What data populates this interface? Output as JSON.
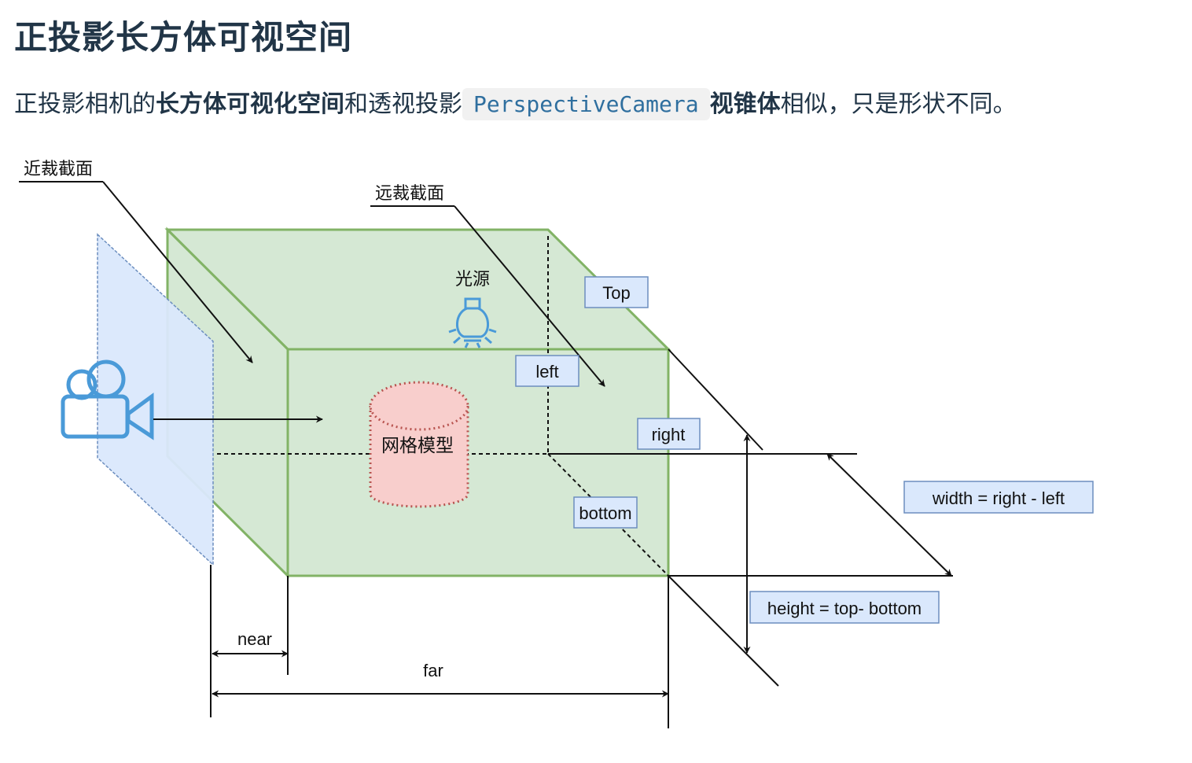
{
  "title": "正投影长方体可视空间",
  "intro": {
    "part1": "正投影相机的",
    "bold1": "长方体可视化空间",
    "part2": "和透视投影",
    "code": "PerspectiveCamera",
    "bold2": "视锥体",
    "part3": "相似，只是形状不同。"
  },
  "diagram": {
    "near_plane_label": "近裁截面",
    "far_plane_label": "远裁截面",
    "light_label": "光源",
    "mesh_label": "网格模型",
    "top_label": "Top",
    "left_label": "left",
    "right_label": "right",
    "bottom_label": "bottom",
    "width_formula": "width = right - left",
    "height_formula": "height = top- bottom",
    "near_label": "near",
    "far_label": "far"
  },
  "colors": {
    "box_fill": "#d5e8d4",
    "box_stroke": "#82b366",
    "plane_fill": "#dae8fc",
    "plane_stroke": "#6c8ebf",
    "cylinder_fill": "#f8cecc",
    "cylinder_stroke": "#b85450",
    "icon_blue": "#4a9ad8"
  }
}
